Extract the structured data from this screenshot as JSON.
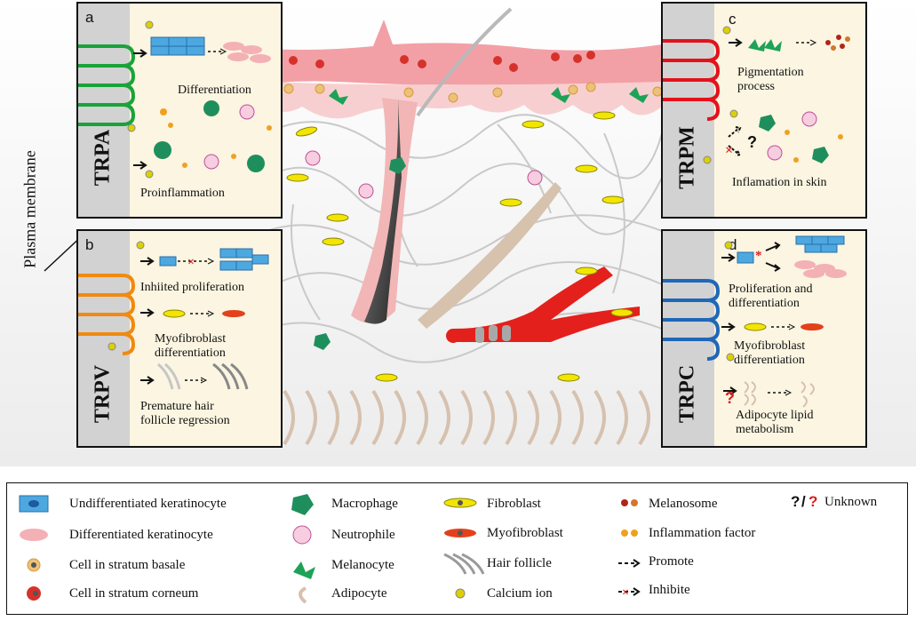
{
  "side_label": "Plasma membrane",
  "panels": {
    "a": {
      "letter": "a",
      "channel": "TRPA",
      "texts": [
        "Differentiation",
        "Proinflammation"
      ]
    },
    "b": {
      "letter": "b",
      "channel": "TRPV",
      "texts": [
        "Inhiited proliferation",
        "Myofibroblast",
        "differentiation",
        "Premature hair",
        "follicle regression"
      ]
    },
    "c": {
      "letter": "c",
      "channel": "TRPM",
      "texts": [
        "Pigmentation",
        "process",
        "Inflamation in skin"
      ],
      "unknown_mark": "?"
    },
    "d": {
      "letter": "d",
      "channel": "TRPC",
      "texts": [
        "Proliferation and",
        "differentiation",
        "Myofibroblast",
        "differentiation",
        "Adipocyte lipid",
        "metabolism"
      ],
      "unknown_mark": "?"
    }
  },
  "legend": {
    "col1": [
      "Undifferentiated keratinocyte",
      "Differentiated keratinocyte",
      "Cell in stratum basale",
      "Cell in stratum corneum"
    ],
    "col2": [
      "Macrophage",
      "Neutrophile",
      "Melanocyte",
      "Adipocyte"
    ],
    "col3": [
      "Fibroblast",
      "Myofibroblast",
      "Hair follicle",
      "Calcium ion"
    ],
    "col4": [
      "Melanosome",
      "Inflammation factor",
      "Promote",
      "Inhibite"
    ],
    "unknown": {
      "black_mark": "?",
      "sep": "/",
      "red_mark": "?",
      "label": "Unknown"
    }
  },
  "colors": {
    "channel_a": "#19a33a",
    "channel_b": "#f08a10",
    "channel_c": "#e3121b",
    "channel_d": "#1f67b8",
    "panel_bg": "#fbf5e1",
    "epidermis": "#f6c6c6",
    "red": "#d81e1e"
  }
}
